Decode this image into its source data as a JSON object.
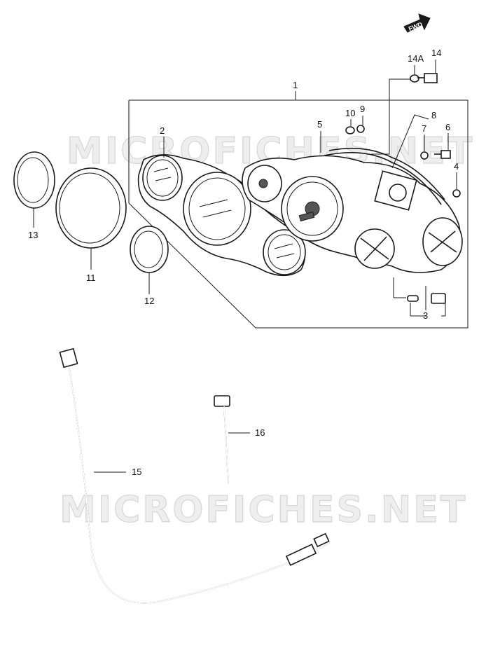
{
  "watermark": "MICROFICHES.NET",
  "fwd_label": "FWD",
  "callouts": {
    "c1": "1",
    "c2": "2",
    "c3": "3",
    "c4": "4",
    "c5": "5",
    "c6": "6",
    "c7": "7",
    "c8": "8",
    "c9": "9",
    "c10": "10",
    "c11": "11",
    "c12": "12",
    "c13": "13",
    "c14": "14",
    "c14a": "14A",
    "c15": "15",
    "c16": "16"
  }
}
